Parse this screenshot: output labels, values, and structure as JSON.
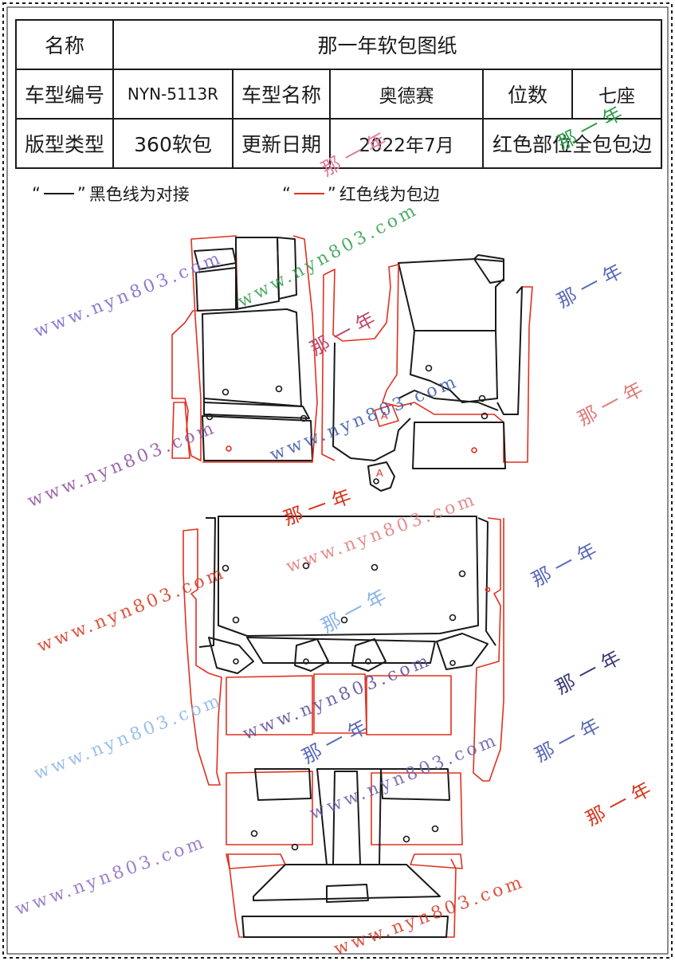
{
  "spec": {
    "name_label": "名称",
    "name_value": "那一年软包图纸",
    "model_code_label": "车型编号",
    "model_code_value": "NYN-5113R",
    "model_name_label": "车型名称",
    "model_name_value": "奥德赛",
    "seats_label": "位数",
    "seats_value": "七座",
    "pattern_type_label": "版型类型",
    "pattern_type_value": "360软包",
    "update_label": "更新日期",
    "update_value": "2022年7月",
    "note_value": "红色部位全包包边"
  },
  "legend": {
    "black_text": "黑色线为对接",
    "red_text": "红色线为包边",
    "quote_open": "“",
    "quote_close": "”",
    "black_color": "#1a1a1a",
    "red_color": "#e0301e"
  },
  "markers": {
    "a1": "A",
    "a2": "A"
  },
  "watermarks": {
    "url": "www.nyn803.com",
    "cn": "那一年"
  }
}
